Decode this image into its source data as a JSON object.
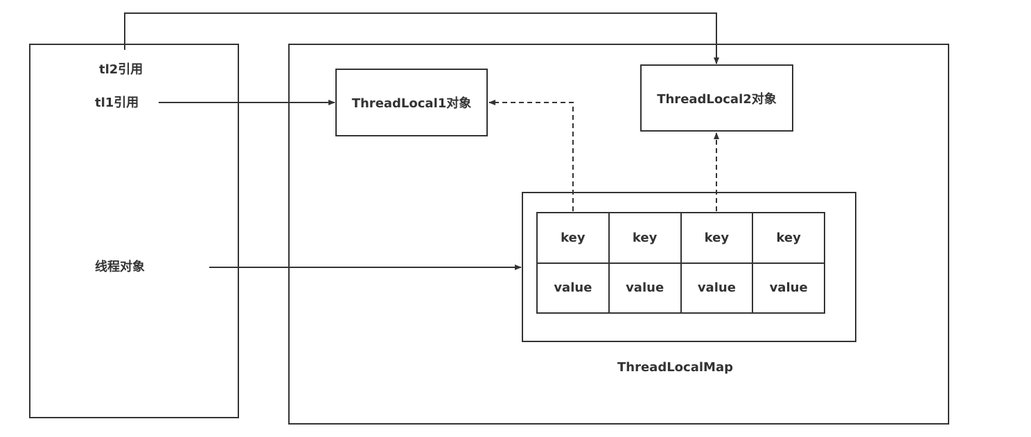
{
  "thread": {
    "tl2_ref": "tl2引用",
    "tl1_ref": "tl1引用",
    "thread_object": "线程对象"
  },
  "heap": {
    "threadlocal1": "ThreadLocal1对象",
    "threadlocal2": "ThreadLocal2对象",
    "map_label": "ThreadLocalMap",
    "entries": [
      {
        "key": "key",
        "value": "value"
      },
      {
        "key": "key",
        "value": "value"
      },
      {
        "key": "key",
        "value": "value"
      },
      {
        "key": "key",
        "value": "value"
      }
    ]
  },
  "colors": {
    "stroke": "#333333",
    "background": "#ffffff"
  }
}
